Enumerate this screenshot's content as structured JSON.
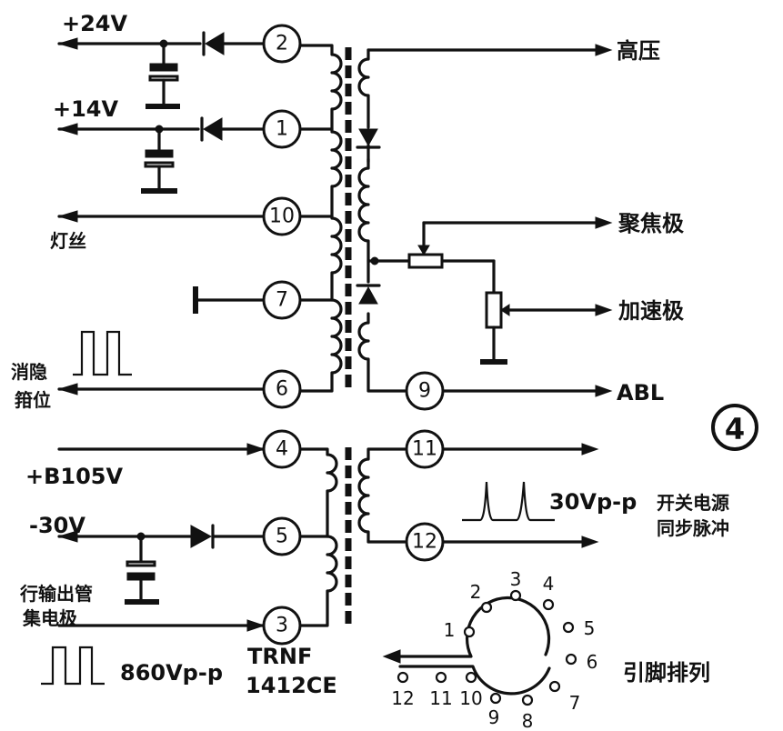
{
  "figure_number": "4",
  "supply": {
    "v24": "+24V",
    "v14": "+14V",
    "filament": "灯丝",
    "blanking_line1": "消隐",
    "blanking_line2": "箝位",
    "b105": "+B105V",
    "neg30": "-30V",
    "collector_line1": "行输出管",
    "collector_line2": "集电极",
    "pulse_860": "860Vp-p"
  },
  "outputs": {
    "high_voltage": "高压",
    "focus": "聚焦极",
    "accel": "加速极",
    "abl": "ABL",
    "sync_label": "30Vp-p",
    "sync_line1": "开关电源",
    "sync_line2": "同步脉冲"
  },
  "transformer": {
    "line1": "TRNF",
    "line2": "1412CE"
  },
  "pins": {
    "p1": "1",
    "p2": "2",
    "p3": "3",
    "p4": "4",
    "p5": "5",
    "p6": "6",
    "p7": "7",
    "p8": "8",
    "p9": "9",
    "p10": "10",
    "p11": "11",
    "p12": "12"
  },
  "pinout": {
    "caption": "引脚排列"
  }
}
